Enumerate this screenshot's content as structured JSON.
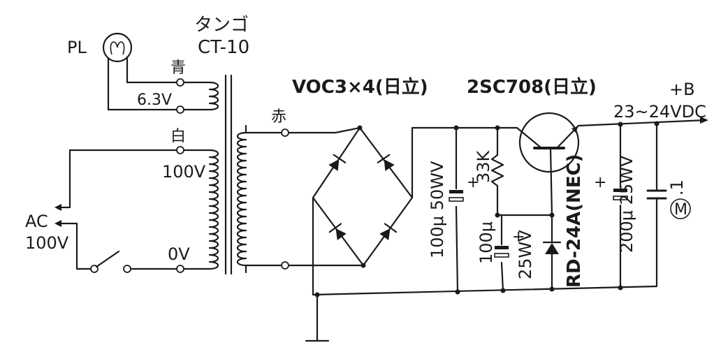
{
  "pilot_lamp": {
    "label": "PL"
  },
  "transformer": {
    "maker": "タンゴ",
    "model": "CT-10"
  },
  "secondary_low": {
    "wire_color": "青",
    "voltage": "6.3V"
  },
  "primary": {
    "wire_color": "白",
    "tap_100v": "100V",
    "tap_0v": "0V"
  },
  "secondary_high": {
    "wire_color": "赤"
  },
  "ac_input": {
    "line1": "AC",
    "line2": "100V"
  },
  "rectifier": {
    "label": "VOC3×4(日立)"
  },
  "transistor": {
    "label": "2SC708(日立)"
  },
  "output": {
    "polarity": "+B",
    "voltage": "23~24VDC"
  },
  "c1": {
    "label": "100μ 50WV",
    "plus": "+"
  },
  "r1": {
    "label": "33K"
  },
  "c2": {
    "label_a": "100μ",
    "label_b": "25WV",
    "plus": "+"
  },
  "zener": {
    "label": "RD-24A(NEC)"
  },
  "c3": {
    "label": "200μ 25WV",
    "plus": "+"
  },
  "c4": {
    "label": ".1"
  },
  "motor": {
    "symbol": "M"
  }
}
